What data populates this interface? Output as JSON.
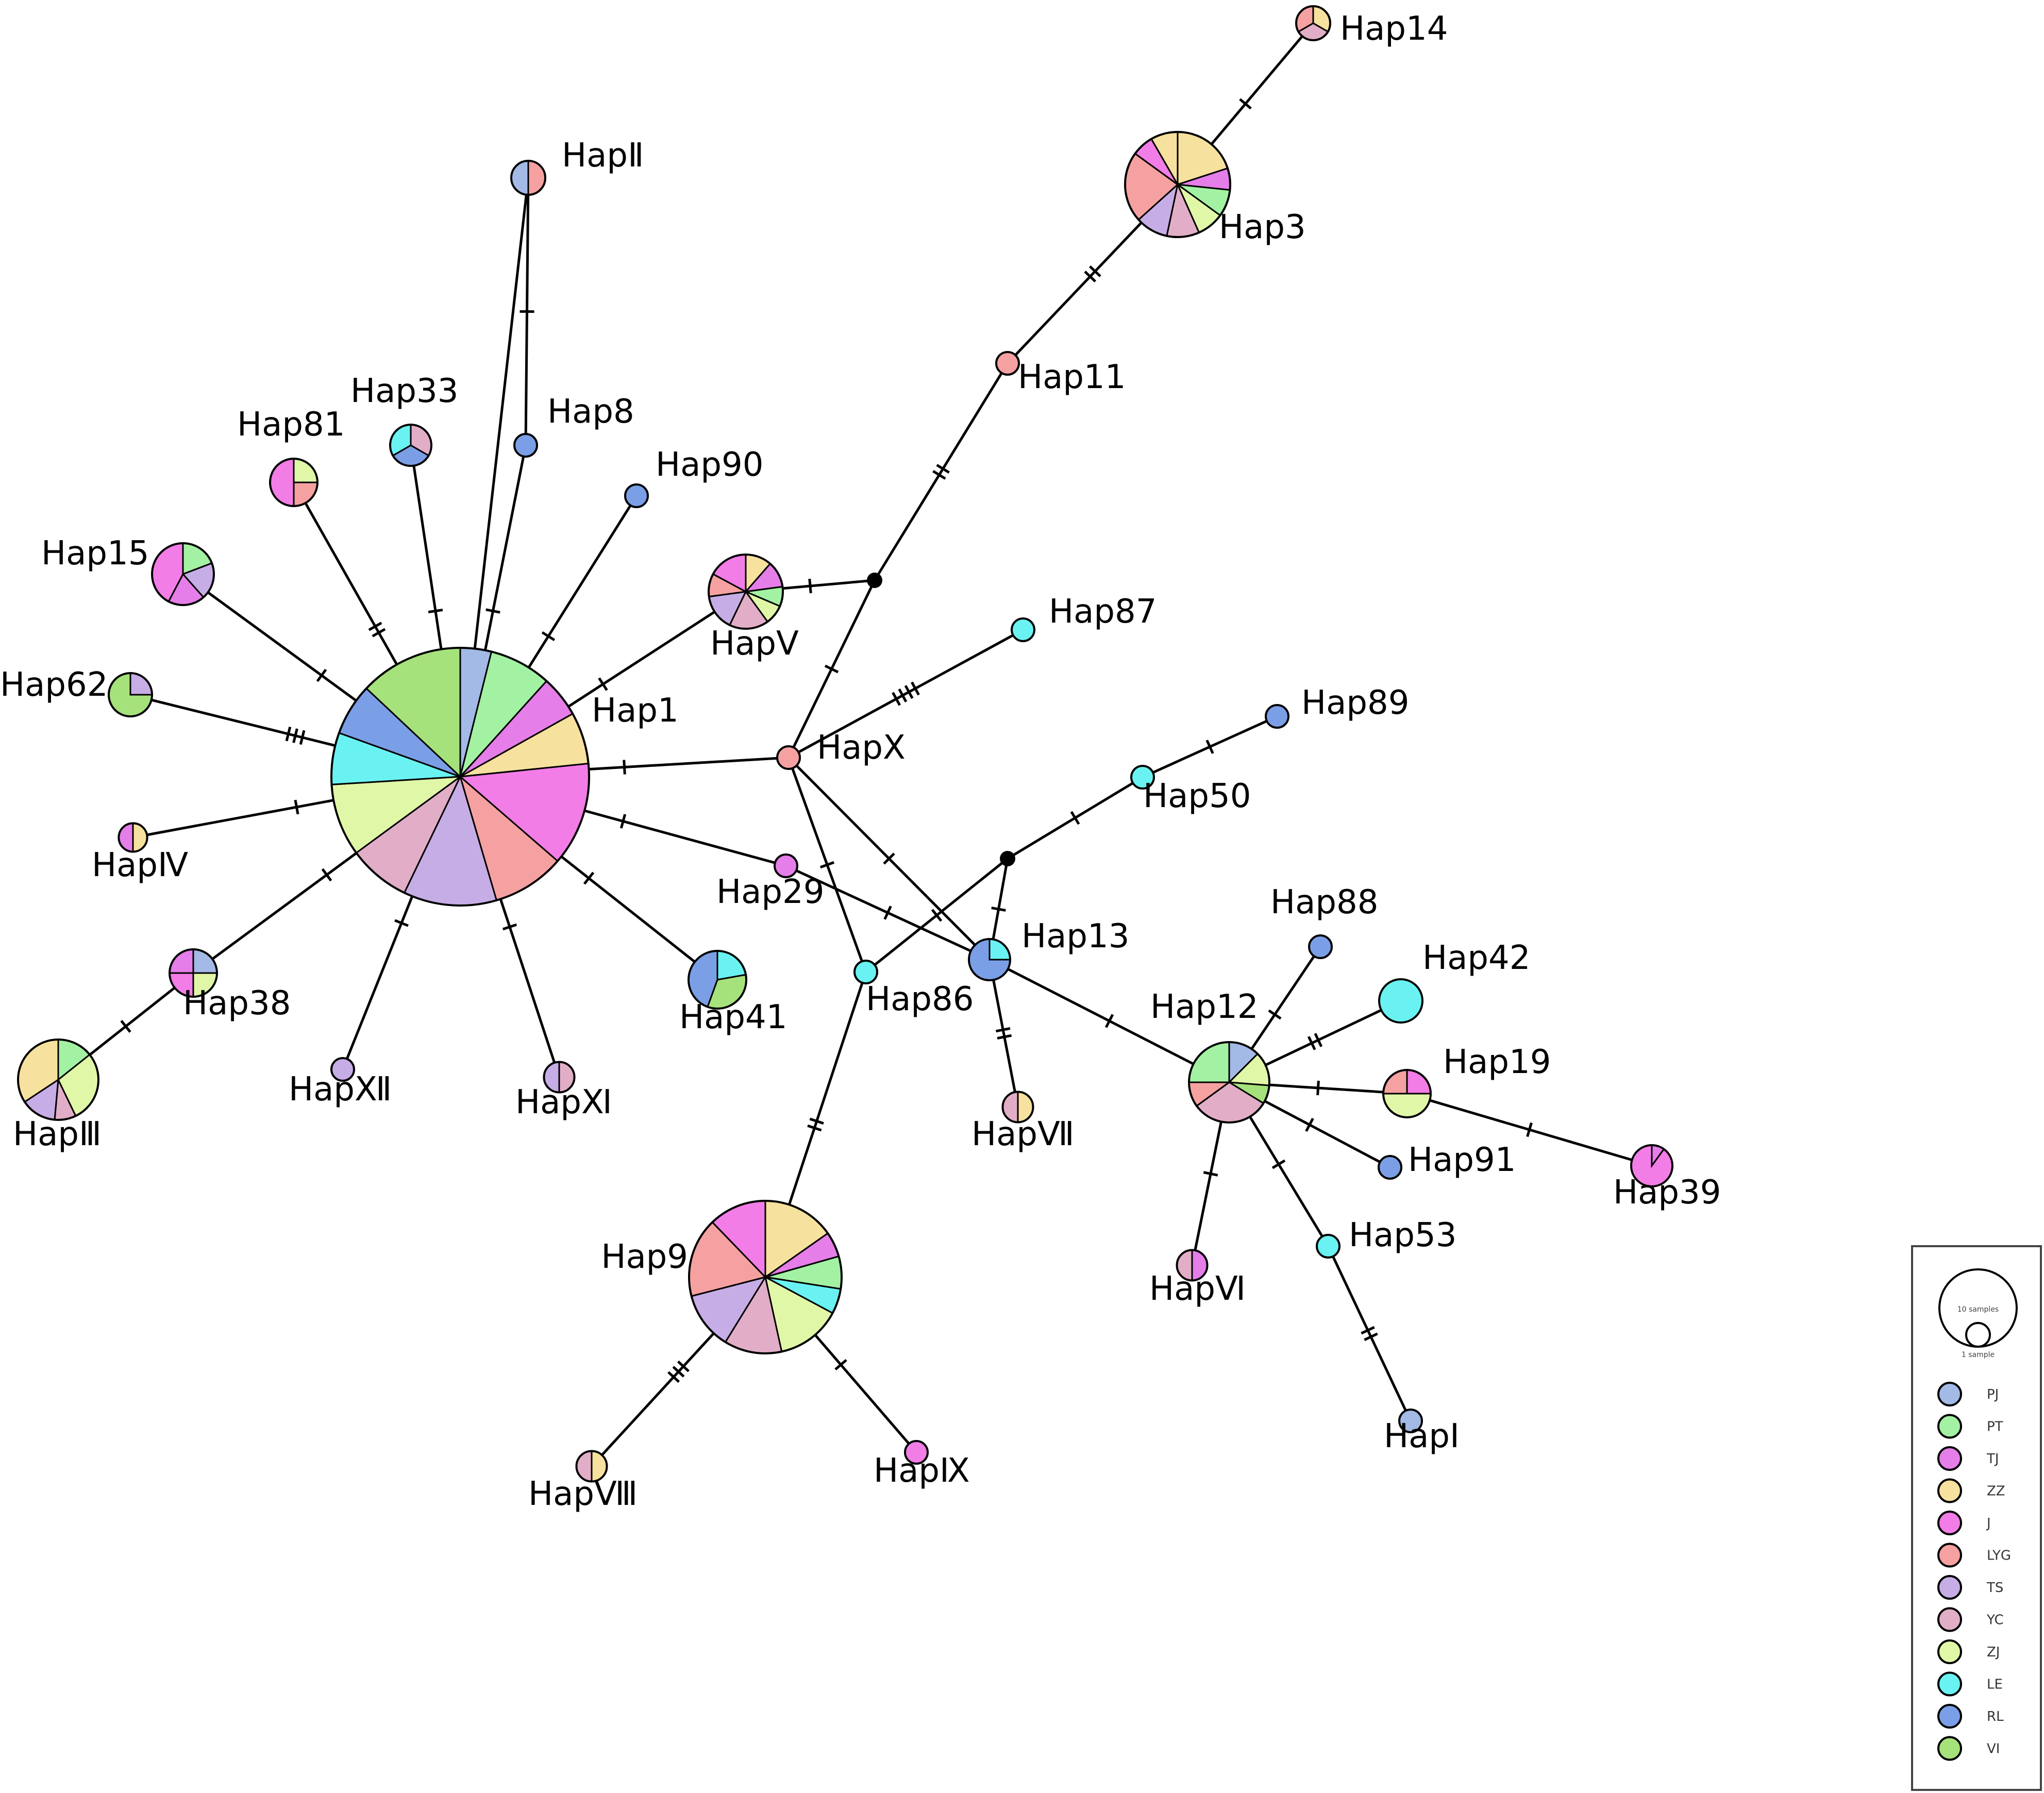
{
  "colors": {
    "PJ": "#a3b9e6",
    "PT": "#a3f2a3",
    "TJ": "#e57ee8",
    "ZZ": "#f7e19e",
    "J": "#f27de6",
    "LYG": "#f5a1a1",
    "TS": "#c7ade6",
    "YC": "#e2aec7",
    "ZJ": "#e1f7a8",
    "LE": "#6af2f2",
    "RL": "#7b9fe6",
    "VI": "#a6e27c"
  },
  "legend": {
    "size_large": "10 samples",
    "size_small": "1 sample",
    "items": [
      {
        "key": "PJ",
        "label": "PJ"
      },
      {
        "key": "PT",
        "label": "PT"
      },
      {
        "key": "TJ",
        "label": "TJ"
      },
      {
        "key": "ZZ",
        "label": "ZZ"
      },
      {
        "key": "J",
        "label": "J"
      },
      {
        "key": "LYG",
        "label": "LYG"
      },
      {
        "key": "TS",
        "label": "TS"
      },
      {
        "key": "YC",
        "label": "YC"
      },
      {
        "key": "ZJ",
        "label": "ZJ"
      },
      {
        "key": "LE",
        "label": "LE"
      },
      {
        "key": "RL",
        "label": "RL"
      },
      {
        "key": "VI",
        "label": "VI"
      }
    ]
  },
  "haplotypes": [
    {
      "id": "Hap1",
      "label": "Hap1",
      "count": 14,
      "slices": [
        [
          "PJ",
          0.6
        ],
        [
          "PT",
          1.2
        ],
        [
          "TJ",
          0.8
        ],
        [
          "ZZ",
          1
        ],
        [
          "J",
          2
        ],
        [
          "LYG",
          1.4
        ],
        [
          "TS",
          1.8
        ],
        [
          "YC",
          1.2
        ],
        [
          "ZJ",
          1.4
        ],
        [
          "LE",
          1
        ],
        [
          "RL",
          1
        ],
        [
          "VI",
          2
        ]
      ]
    },
    {
      "id": "Hap3",
      "label": "Hap3",
      "count": 6,
      "slices": [
        [
          "ZZ",
          1.2
        ],
        [
          "TJ",
          0.4
        ],
        [
          "PT",
          0.5
        ],
        [
          "ZJ",
          0.5
        ],
        [
          "YC",
          0.6
        ],
        [
          "TS",
          0.6
        ],
        [
          "LYG",
          1.3
        ],
        [
          "J",
          0.4
        ],
        [
          "ZZ",
          0.5
        ]
      ]
    },
    {
      "id": "Hap9",
      "label": "Hap9",
      "count": 7,
      "slices": [
        [
          "ZZ",
          1
        ],
        [
          "TJ",
          0.35
        ],
        [
          "PT",
          0.45
        ],
        [
          "LE",
          0.35
        ],
        [
          "ZJ",
          0.9
        ],
        [
          "YC",
          0.8
        ],
        [
          "TS",
          0.8
        ],
        [
          "LYG",
          1.1
        ],
        [
          "J",
          0.8
        ]
      ]
    },
    {
      "id": "Hap12",
      "label": "Hap12",
      "count": 4,
      "slices": [
        [
          "PJ",
          0.5
        ],
        [
          "ZJ",
          0.55
        ],
        [
          "VI",
          0.3
        ],
        [
          "YC",
          1.25
        ],
        [
          "LYG",
          0.4
        ],
        [
          "PT",
          1
        ]
      ]
    },
    {
      "id": "Hap14",
      "label": "Hap14",
      "count": 1,
      "slices": [
        [
          "ZZ",
          1
        ],
        [
          "YC",
          1
        ],
        [
          "LYG",
          1
        ]
      ]
    },
    {
      "id": "HapII",
      "label": "HapⅡ",
      "count": 1,
      "slices": [
        [
          "LYG",
          1
        ],
        [
          "PJ",
          1
        ]
      ]
    },
    {
      "id": "Hap8",
      "label": "Hap8",
      "count": 0.45,
      "slices": [
        [
          "RL",
          1
        ]
      ]
    },
    {
      "id": "Hap90",
      "label": "Hap90",
      "count": 0.45,
      "slices": [
        [
          "RL",
          1
        ]
      ]
    },
    {
      "id": "Hap33",
      "label": "Hap33",
      "count": 1,
      "slices": [
        [
          "YC",
          1
        ],
        [
          "RL",
          1
        ],
        [
          "LE",
          1
        ]
      ]
    },
    {
      "id": "Hap81",
      "label": "Hap81",
      "count": 1.5,
      "slices": [
        [
          "ZJ",
          1
        ],
        [
          "LYG",
          1
        ],
        [
          "J",
          2
        ]
      ]
    },
    {
      "id": "Hap15",
      "label": "Hap15",
      "count": 2,
      "slices": [
        [
          "PT",
          1
        ],
        [
          "TS",
          1
        ],
        [
          "TJ",
          1
        ],
        [
          "J",
          2.2
        ]
      ]
    },
    {
      "id": "Hap62",
      "label": "Hap62",
      "count": 1,
      "slices": [
        [
          "TS",
          1
        ],
        [
          "VI",
          3
        ]
      ]
    },
    {
      "id": "HapIV",
      "label": "HapⅣ",
      "count": 0.7,
      "slices": [
        [
          "ZZ",
          1
        ],
        [
          "TJ",
          1
        ]
      ]
    },
    {
      "id": "Hap38",
      "label": "Hap38",
      "count": 1.3,
      "slices": [
        [
          "PJ",
          1
        ],
        [
          "ZJ",
          1
        ],
        [
          "J",
          1
        ],
        [
          "TJ",
          1
        ]
      ]
    },
    {
      "id": "HapIII",
      "label": "HapⅢ",
      "count": 3,
      "slices": [
        [
          "PT",
          1
        ],
        [
          "ZJ",
          2
        ],
        [
          "YC",
          0.6
        ],
        [
          "TS",
          1
        ],
        [
          "ZZ",
          2.4
        ]
      ]
    },
    {
      "id": "HapXII",
      "label": "HapⅫ",
      "count": 0.45,
      "slices": [
        [
          "TS",
          1
        ]
      ]
    },
    {
      "id": "HapXI",
      "label": "HapⅪ",
      "count": 0.8,
      "slices": [
        [
          "YC",
          1
        ],
        [
          "TS",
          1
        ]
      ]
    },
    {
      "id": "Hap41",
      "label": "Hap41",
      "count": 2,
      "slices": [
        [
          "LE",
          1
        ],
        [
          "VI",
          1.5
        ],
        [
          "RL",
          2
        ]
      ]
    },
    {
      "id": "HapV",
      "label": "HapⅤ",
      "count": 3,
      "slices": [
        [
          "ZZ",
          0.8
        ],
        [
          "TJ",
          0.8
        ],
        [
          "PT",
          0.6
        ],
        [
          "ZJ",
          0.6
        ],
        [
          "YC",
          1.2
        ],
        [
          "TS",
          1.1
        ],
        [
          "LYG",
          0.7
        ],
        [
          "J",
          1.2
        ]
      ]
    },
    {
      "id": "HapX",
      "label": "HapⅩ",
      "count": 0.45,
      "slices": [
        [
          "LYG",
          1
        ]
      ]
    },
    {
      "id": "Hap11",
      "label": "Hap11",
      "count": 0.45,
      "slices": [
        [
          "LYG",
          1
        ]
      ]
    },
    {
      "id": "Hap87",
      "label": "Hap87",
      "count": 0.45,
      "slices": [
        [
          "LE",
          1
        ]
      ]
    },
    {
      "id": "Hap89",
      "label": "Hap89",
      "count": 0.45,
      "slices": [
        [
          "RL",
          1
        ]
      ]
    },
    {
      "id": "Hap50",
      "label": "Hap50",
      "count": 0.45,
      "slices": [
        [
          "LE",
          1
        ]
      ]
    },
    {
      "id": "Hap29",
      "label": "Hap29",
      "count": 0.45,
      "slices": [
        [
          "TJ",
          1
        ]
      ]
    },
    {
      "id": "Hap86",
      "label": "Hap86",
      "count": 0.45,
      "slices": [
        [
          "LE",
          1
        ]
      ]
    },
    {
      "id": "Hap13",
      "label": "Hap13",
      "count": 1.3,
      "slices": [
        [
          "LE",
          1
        ],
        [
          "RL",
          3
        ]
      ]
    },
    {
      "id": "HapVII",
      "label": "HapⅦ",
      "count": 0.8,
      "slices": [
        [
          "ZZ",
          1
        ],
        [
          "YC",
          1
        ]
      ]
    },
    {
      "id": "Hap88",
      "label": "Hap88",
      "count": 0.45,
      "slices": [
        [
          "RL",
          1
        ]
      ]
    },
    {
      "id": "Hap42",
      "label": "Hap42",
      "count": 1.2,
      "slices": [
        [
          "LE",
          1
        ]
      ]
    },
    {
      "id": "Hap19",
      "label": "Hap19",
      "count": 1.5,
      "slices": [
        [
          "J",
          1
        ],
        [
          "ZJ",
          2
        ],
        [
          "LYG",
          1
        ]
      ]
    },
    {
      "id": "Hap91",
      "label": "Hap91",
      "count": 0.45,
      "slices": [
        [
          "RL",
          1
        ]
      ]
    },
    {
      "id": "Hap39",
      "label": "Hap39",
      "count": 1.2,
      "slices": [
        [
          "TJ",
          0.3
        ],
        [
          "J",
          2.7
        ]
      ]
    },
    {
      "id": "Hap53",
      "label": "Hap53",
      "count": 0.45,
      "slices": [
        [
          "LE",
          1
        ]
      ]
    },
    {
      "id": "HapVI",
      "label": "HapⅥ",
      "count": 0.8,
      "slices": [
        [
          "TJ",
          1
        ],
        [
          "YC",
          1
        ]
      ]
    },
    {
      "id": "HapI",
      "label": "HapⅠ",
      "count": 0.45,
      "slices": [
        [
          "PJ",
          1
        ]
      ]
    },
    {
      "id": "HapVIII",
      "label": "HapⅧ",
      "count": 0.8,
      "slices": [
        [
          "ZZ",
          1
        ],
        [
          "YC",
          1
        ]
      ]
    },
    {
      "id": "HapIX",
      "label": "HapⅨ",
      "count": 0.45,
      "slices": [
        [
          "J",
          1
        ]
      ]
    }
  ],
  "median_vectors": [
    "mv1",
    "mv2"
  ],
  "edges": [
    {
      "from": "Hap1",
      "to": "HapII",
      "mutations": 0
    },
    {
      "from": "Hap8",
      "to": "HapII",
      "mutations": 1
    },
    {
      "from": "Hap1",
      "to": "Hap8",
      "mutations": 1
    },
    {
      "from": "Hap1",
      "to": "Hap90",
      "mutations": 1
    },
    {
      "from": "Hap1",
      "to": "Hap33",
      "mutations": 1
    },
    {
      "from": "Hap1",
      "to": "Hap81",
      "mutations": 2
    },
    {
      "from": "Hap1",
      "to": "Hap15",
      "mutations": 1
    },
    {
      "from": "Hap1",
      "to": "Hap62",
      "mutations": 3
    },
    {
      "from": "Hap1",
      "to": "HapIV",
      "mutations": 1
    },
    {
      "from": "Hap1",
      "to": "Hap38",
      "mutations": 1
    },
    {
      "from": "Hap38",
      "to": "HapIII",
      "mutations": 1
    },
    {
      "from": "Hap1",
      "to": "HapXII",
      "mutations": 1
    },
    {
      "from": "Hap1",
      "to": "HapXI",
      "mutations": 1
    },
    {
      "from": "Hap1",
      "to": "Hap41",
      "mutations": 1
    },
    {
      "from": "Hap1",
      "to": "HapV",
      "mutations": 1
    },
    {
      "from": "Hap1",
      "to": "HapX",
      "mutations": 1
    },
    {
      "from": "Hap1",
      "to": "Hap29",
      "mutations": 1
    },
    {
      "from": "HapV",
      "to": "mv1",
      "mutations": 1
    },
    {
      "from": "mv1",
      "to": "Hap11",
      "mutations": 2
    },
    {
      "from": "Hap11",
      "to": "Hap3",
      "mutations": 2
    },
    {
      "from": "Hap3",
      "to": "Hap14",
      "mutations": 1
    },
    {
      "from": "mv1",
      "to": "HapX",
      "mutations": 1
    },
    {
      "from": "HapX",
      "to": "Hap87",
      "mutations": 4
    },
    {
      "from": "HapX",
      "to": "Hap86",
      "mutations": 1
    },
    {
      "from": "HapX",
      "to": "Hap13",
      "mutations": 1
    },
    {
      "from": "Hap29",
      "to": "Hap13",
      "mutations": 1
    },
    {
      "from": "Hap86",
      "to": "mv2",
      "mutations": 1
    },
    {
      "from": "mv2",
      "to": "Hap50",
      "mutations": 1
    },
    {
      "from": "Hap50",
      "to": "Hap89",
      "mutations": 1
    },
    {
      "from": "mv2",
      "to": "Hap13",
      "mutations": 1
    },
    {
      "from": "Hap86",
      "to": "Hap9",
      "mutations": 2
    },
    {
      "from": "Hap9",
      "to": "HapVIII",
      "mutations": 3
    },
    {
      "from": "Hap9",
      "to": "HapIX",
      "mutations": 1
    },
    {
      "from": "Hap13",
      "to": "HapVII",
      "mutations": 2
    },
    {
      "from": "Hap13",
      "to": "Hap12",
      "mutations": 1
    },
    {
      "from": "Hap12",
      "to": "Hap88",
      "mutations": 1
    },
    {
      "from": "Hap12",
      "to": "Hap42",
      "mutations": 2
    },
    {
      "from": "Hap12",
      "to": "Hap19",
      "mutations": 1
    },
    {
      "from": "Hap19",
      "to": "Hap39",
      "mutations": 1
    },
    {
      "from": "Hap12",
      "to": "Hap91",
      "mutations": 1
    },
    {
      "from": "Hap12",
      "to": "Hap53",
      "mutations": 1
    },
    {
      "from": "Hap53",
      "to": "HapI",
      "mutations": 2
    },
    {
      "from": "Hap12",
      "to": "HapVI",
      "mutations": 1
    }
  ]
}
